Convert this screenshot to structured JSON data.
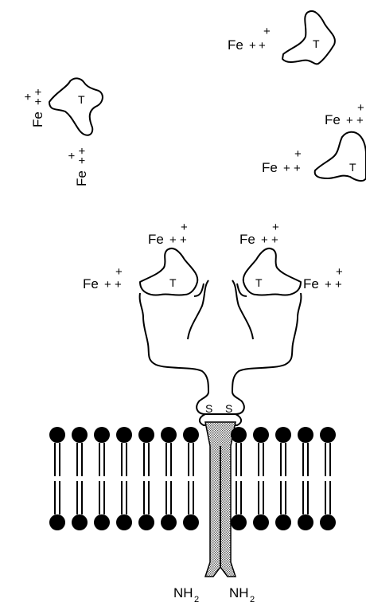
{
  "diagram": {
    "iron_label": "Fe",
    "charge_sign": "+",
    "transferrin_symbol": "T",
    "disulfide_symbol": "S",
    "amino_terminus": {
      "base": "NH",
      "subscript": "2"
    }
  },
  "colors": {
    "ink": "#000000",
    "background": "#ffffff",
    "stipple": "#9a9a9a"
  }
}
